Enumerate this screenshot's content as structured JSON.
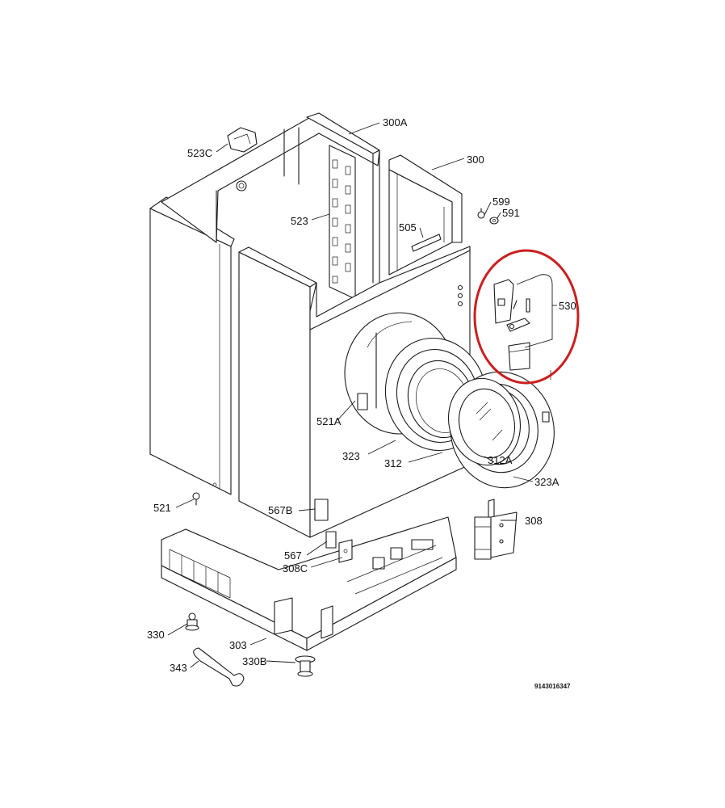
{
  "diagram": {
    "document_code": "9143016347",
    "highlight_color": "#cc1f1f",
    "line_color": "#1a1a1a",
    "labels": {
      "p300A": "300A",
      "p300": "300",
      "p523C": "523C",
      "p599": "599",
      "p591": "591",
      "p523": "523",
      "p505": "505",
      "p530": "530",
      "p521A": "521A",
      "p323": "323",
      "p312": "312",
      "p312A": "312A",
      "p323A": "323A",
      "p521": "521",
      "p567B": "567B",
      "p308": "308",
      "p567": "567",
      "p308C": "308C",
      "p330": "330",
      "p303": "303",
      "p343": "343",
      "p330B": "330B"
    }
  }
}
